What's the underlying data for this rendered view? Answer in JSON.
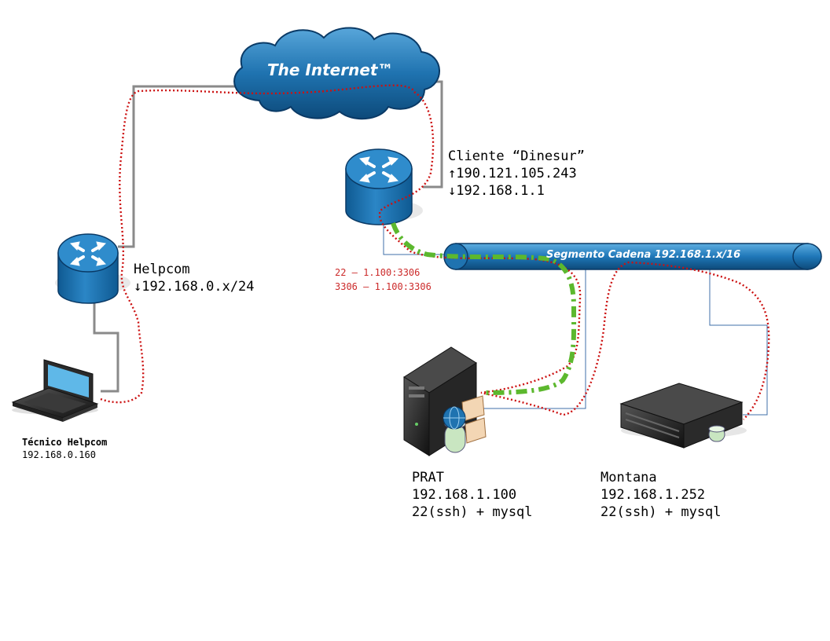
{
  "cloud": {
    "label": "The Internet™"
  },
  "segment": {
    "label": "Segmento Cadena 192.168.1.x/16"
  },
  "client_router": {
    "name": "Cliente “Dinesur”",
    "wan": "↑190.121.105.243",
    "lan": "↓192.168.1.1"
  },
  "helpcom_router": {
    "name": "Helpcom",
    "lan": "↓192.168.0.x/24"
  },
  "laptop": {
    "name": "Técnico Helpcom",
    "ip": "192.168.0.160"
  },
  "port_forwards": [
    "22 — 1.100:3306",
    "3306 — 1.100:3306"
  ],
  "servers": [
    {
      "name": "PRAT",
      "ip": "192.168.1.100",
      "services": "22(ssh) + mysql"
    },
    {
      "name": "Montana",
      "ip": "192.168.1.252",
      "services": "22(ssh) + mysql"
    }
  ],
  "colors": {
    "device_blue": "#1e6fa8",
    "link_gray": "#8a8a8a",
    "path_red": "#cc1111",
    "tunnel_green": "#5cb82e"
  }
}
